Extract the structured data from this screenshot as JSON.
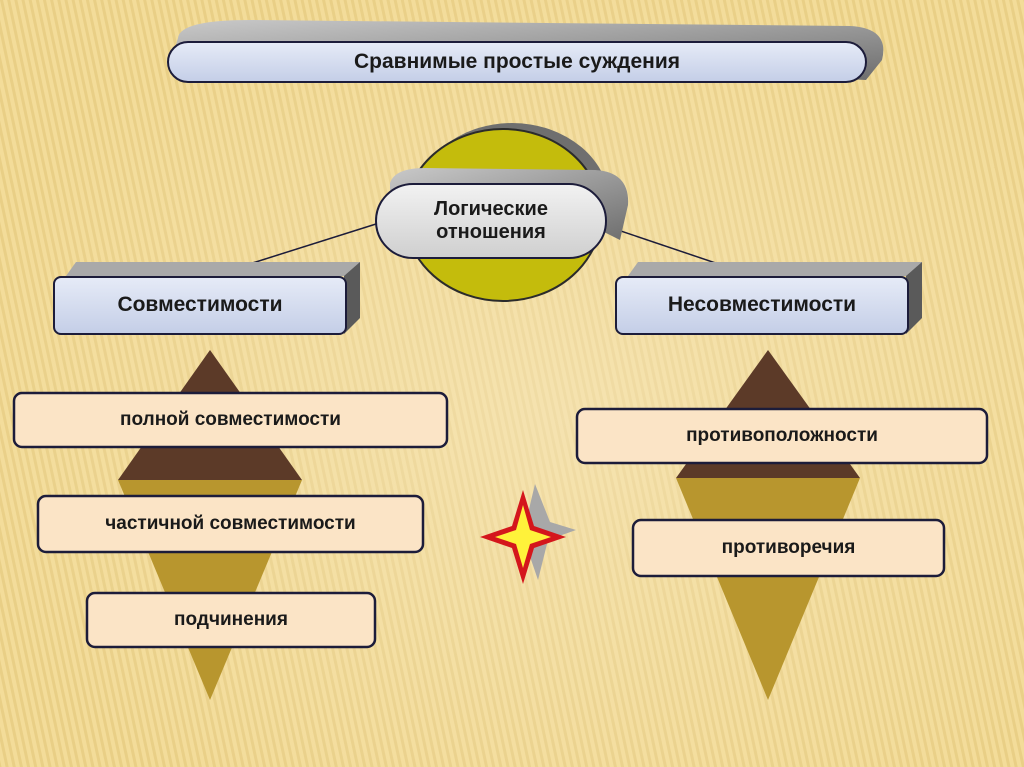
{
  "title": "Сравнимые простые суждения",
  "center": "Логические отношения",
  "compatible": {
    "heading": "Совместимости",
    "items": [
      "полной совместимости",
      "частичной совместимости",
      "подчинения"
    ]
  },
  "incompatible": {
    "heading": "Несовместимости",
    "items": [
      "противоположности",
      "противоречия"
    ]
  },
  "colors": {
    "background": "#f6e3a6",
    "stripe": "#e8cf85",
    "box_fill": "#fbe4c6",
    "box_border": "#1c1c3a",
    "header_fill": "#d4dcef",
    "circle": "#c4bc0c",
    "triangle_dark": "#5c3a28",
    "triangle_gold": "#b8962e",
    "star_outer": "#d4161c",
    "star_inner": "#fff23a"
  }
}
